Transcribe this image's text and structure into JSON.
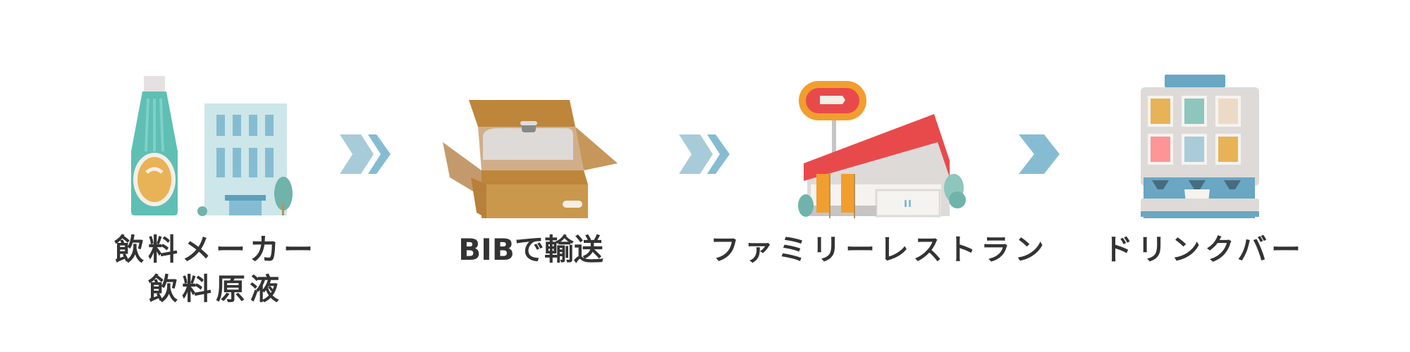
{
  "steps": [
    {
      "label_line1": "飲料メーカー",
      "label_line2": "飲料原液",
      "icon": "bottle-and-factory-icon"
    },
    {
      "label_line1": "BIBで輸送",
      "icon": "bag-in-box-icon"
    },
    {
      "label_line1": "ファミリーレストラン",
      "icon": "restaurant-icon"
    },
    {
      "label_line1": "ドリンクバー",
      "icon": "drink-dispenser-icon"
    }
  ],
  "arrows": [
    "double-chevron-icon",
    "double-chevron-icon",
    "chevron-icon"
  ],
  "colors": {
    "text": "#333333",
    "arrow_light": "#a8cbd9",
    "arrow_dark": "#86bcd2",
    "teal": "#5fbfb4",
    "box": "#c99a4f",
    "roof": "#e84a4c",
    "sign": "#f29e2e",
    "dispenser": "#69a7c2"
  }
}
